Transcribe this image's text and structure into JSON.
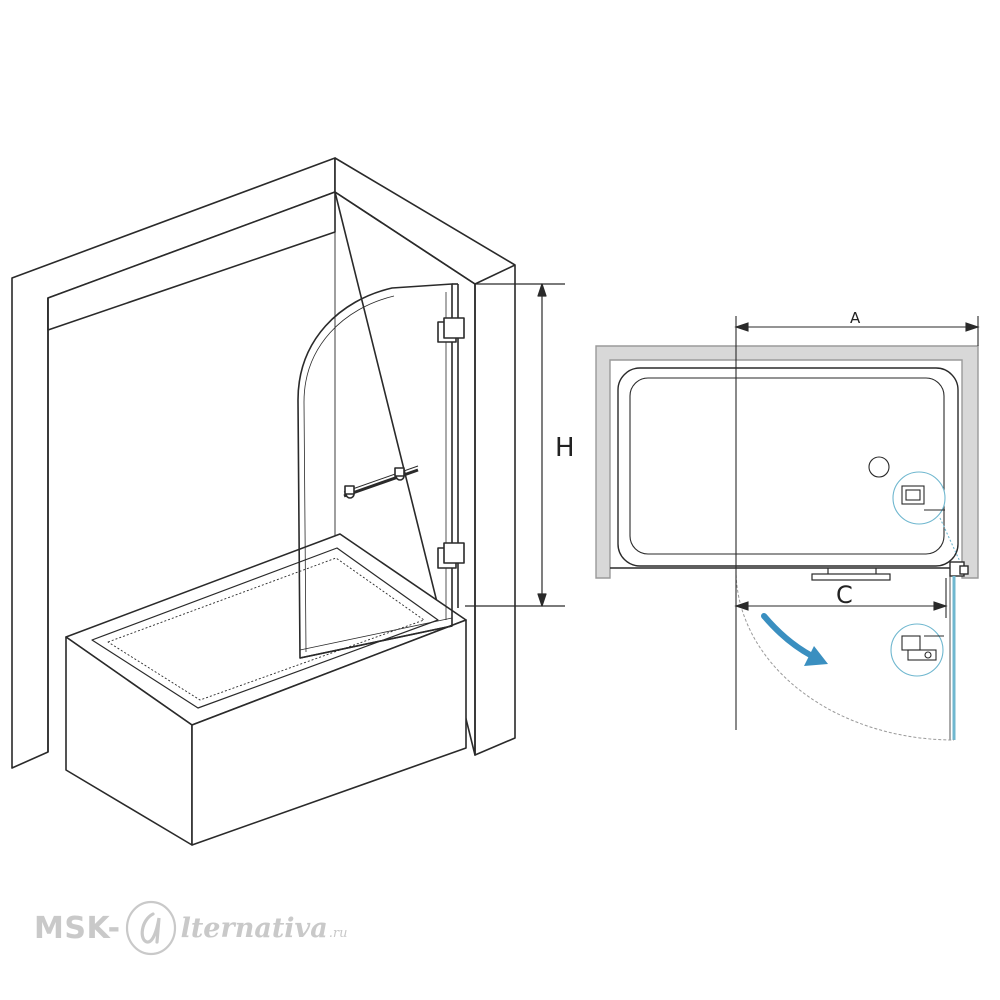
{
  "dimension_labels": {
    "height": "H",
    "width": "A",
    "door_width": "C"
  },
  "watermark": {
    "left": "MSK-",
    "right": "lternativa",
    "suffix": ".ru"
  },
  "colors": {
    "line": "#2a2a2a",
    "wall_fill": "#d8d8d8",
    "glass": "#6fb7cf",
    "arrow": "#3a8fc0",
    "watermark": "#c9c9c9"
  }
}
